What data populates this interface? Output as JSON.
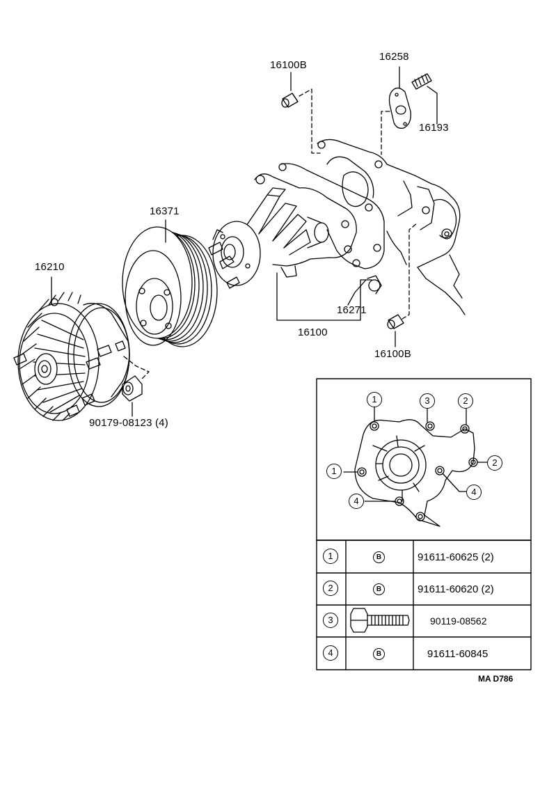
{
  "callouts": {
    "stud_bolt_top": "16100B",
    "gasket_small": "16258",
    "stud": "16193",
    "pulley": "16371",
    "fan_clutch": "16210",
    "pump_gasket": "16271",
    "water_pump": "16100",
    "stud_bolt_bottom": "16100B",
    "nut": "90179-08123 (4)"
  },
  "detail": {
    "markers": [
      "1",
      "3",
      "2",
      "1",
      "2",
      "4",
      "4"
    ]
  },
  "table": {
    "rows": [
      {
        "index": "1",
        "badge": "B",
        "part": "91611-60625 (2)"
      },
      {
        "index": "2",
        "badge": "B",
        "part": "91611-60620 (2)"
      },
      {
        "index": "3",
        "badge": "",
        "part": "90119-08562"
      },
      {
        "index": "4",
        "badge": "B",
        "part": "91611-60845"
      }
    ]
  },
  "drawing_code": "MA D786"
}
